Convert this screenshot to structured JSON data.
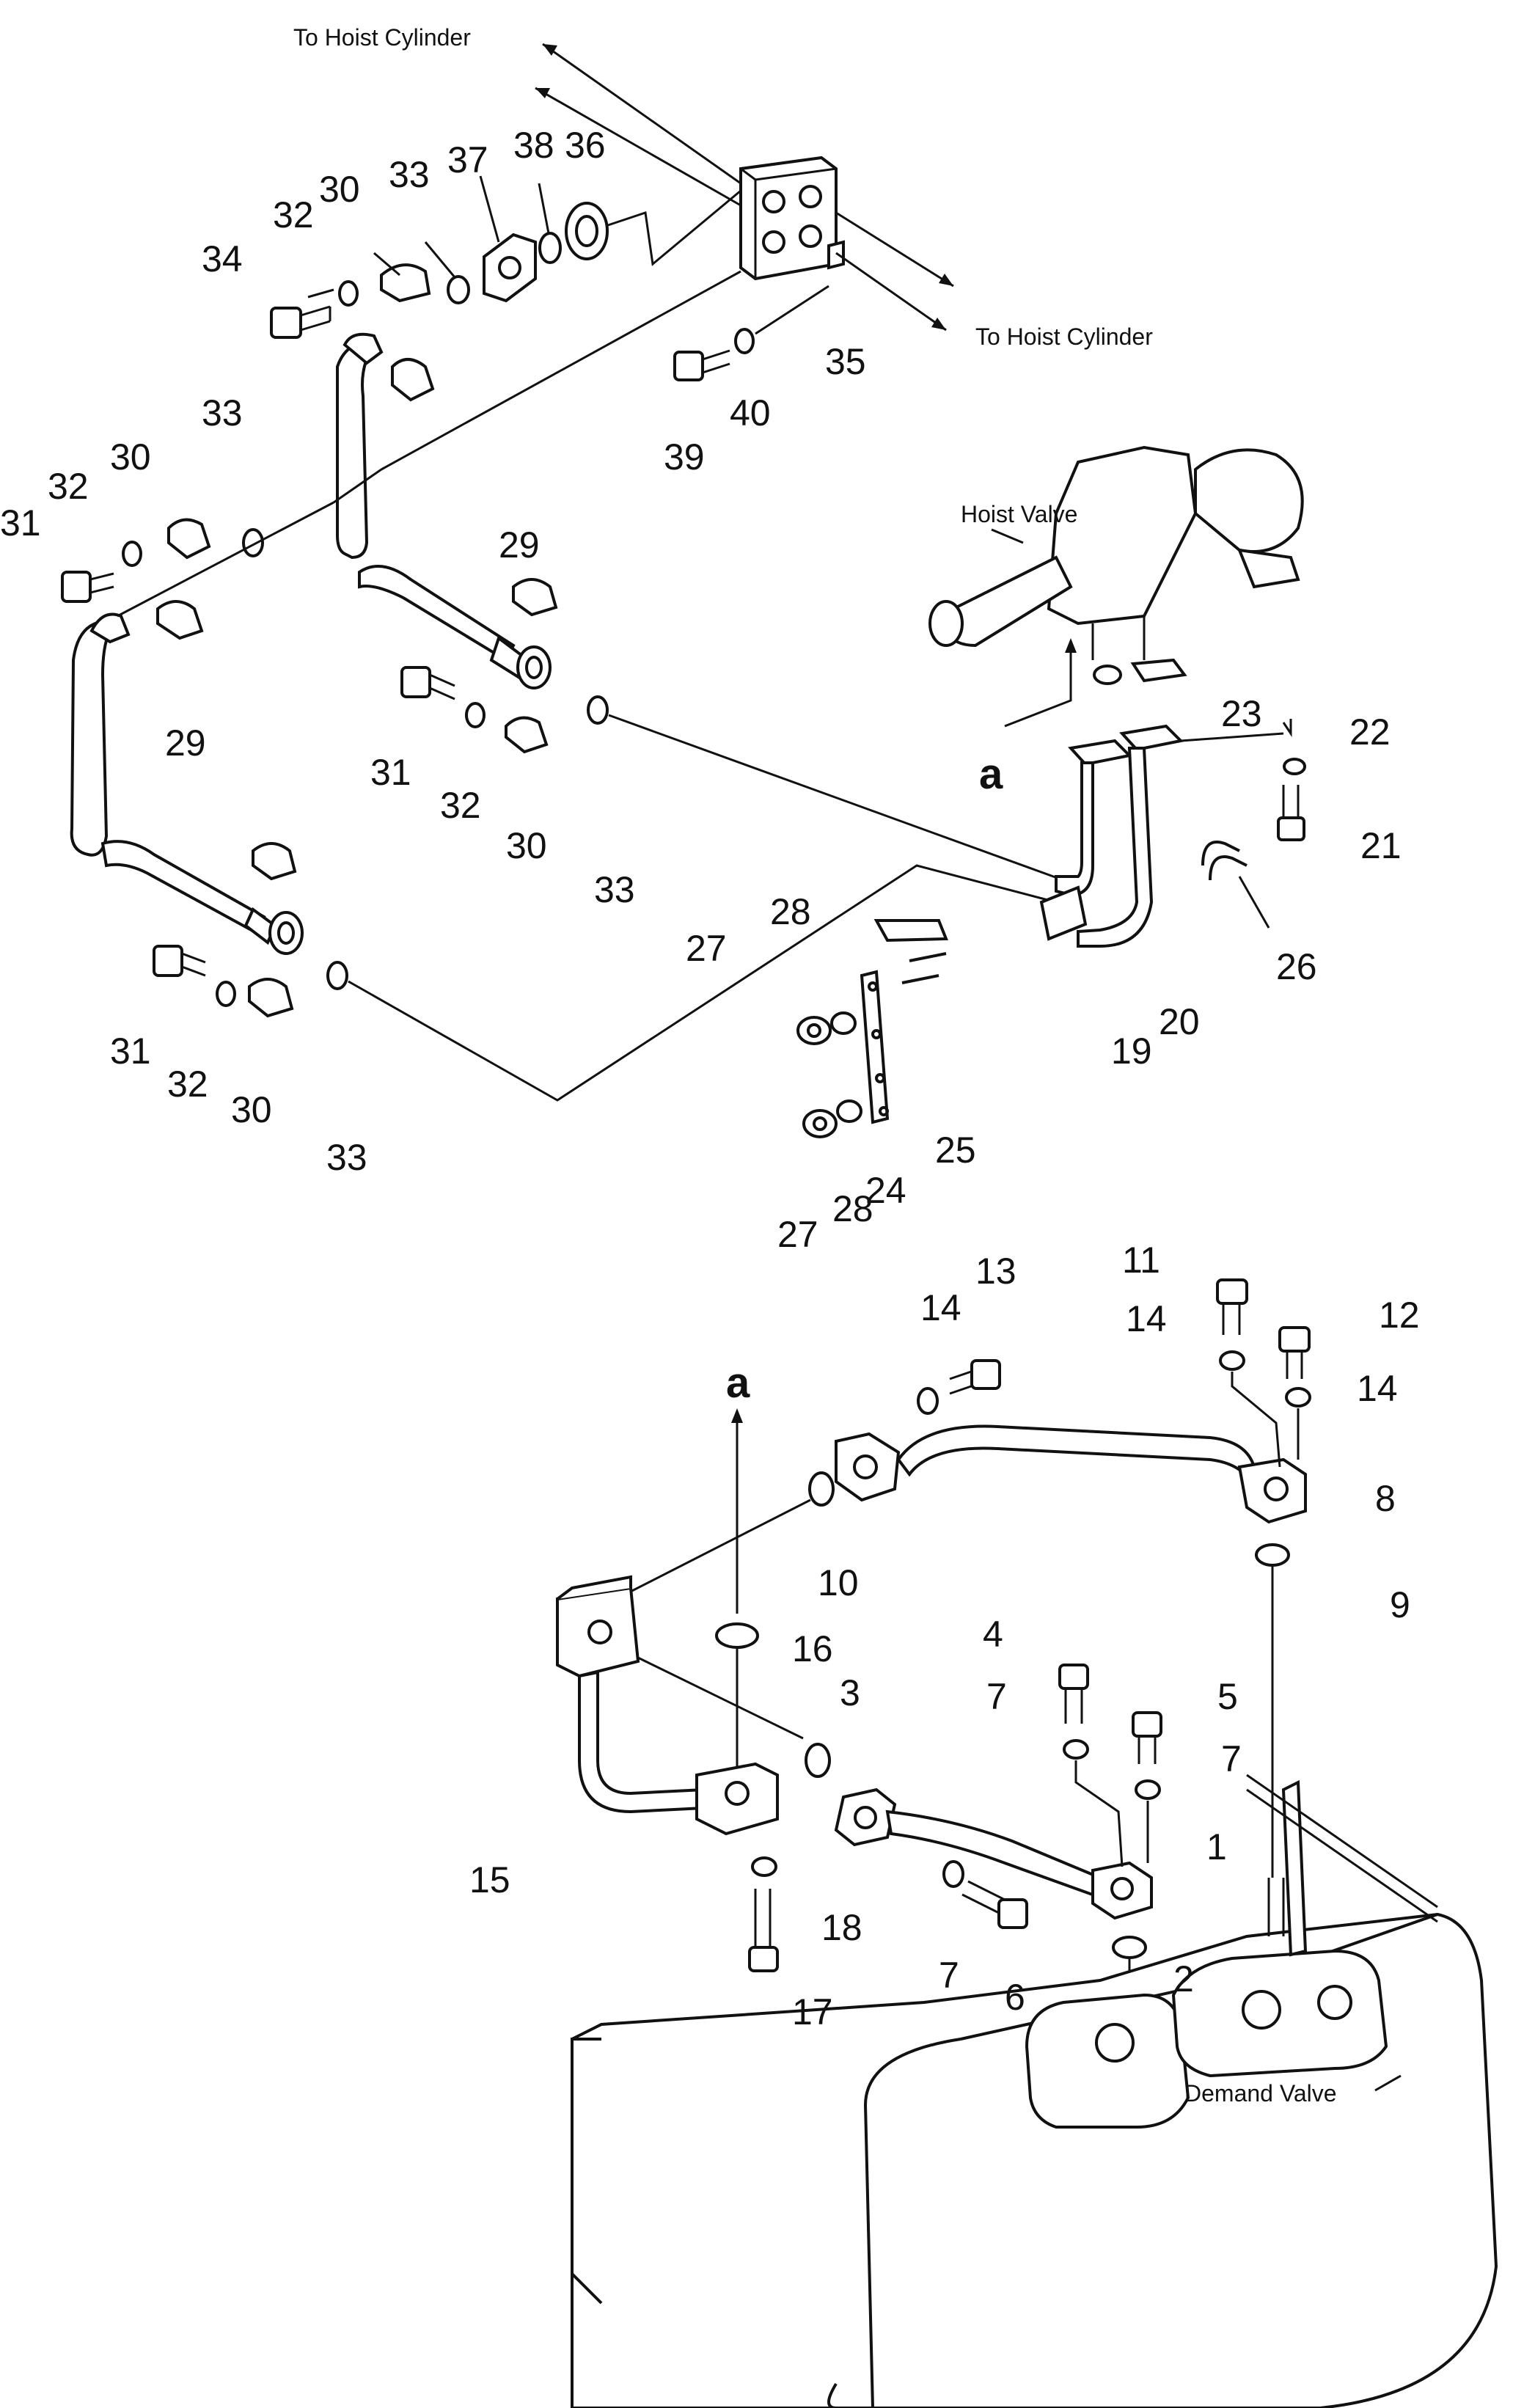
{
  "captions": {
    "to_hoist_cylinder_top": "To Hoist Cylinder",
    "to_hoist_cylinder_right": "To Hoist Cylinder",
    "hoist_valve": "Hoist Valve",
    "demand_valve": "Demand Valve"
  },
  "markers": {
    "a_upper": "a",
    "a_lower": "a"
  },
  "callouts": [
    "34",
    "32",
    "30",
    "33",
    "37",
    "38",
    "36",
    "35",
    "39",
    "40",
    "31",
    "32",
    "30",
    "33",
    "29",
    "31",
    "32",
    "30",
    "33",
    "29",
    "31",
    "32",
    "30",
    "33",
    "27",
    "28",
    "24",
    "25",
    "27",
    "28",
    "19",
    "20",
    "26",
    "23",
    "22",
    "21",
    "11",
    "14",
    "13",
    "14",
    "12",
    "14",
    "8",
    "9",
    "10",
    "16",
    "3",
    "4",
    "7",
    "5",
    "7",
    "1",
    "15",
    "18",
    "17",
    "7",
    "6",
    "2"
  ]
}
